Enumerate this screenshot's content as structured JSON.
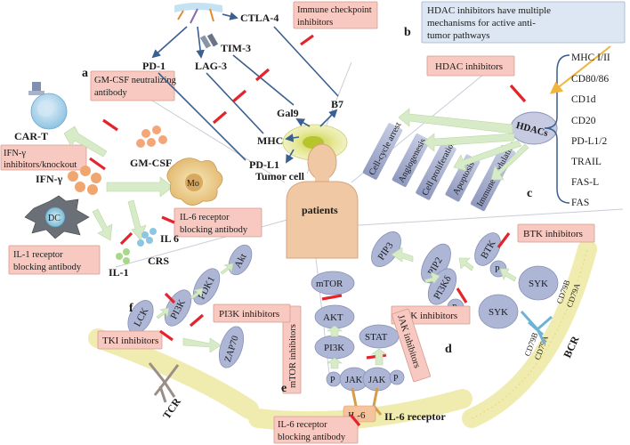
{
  "sections": {
    "a": "a",
    "b": "b",
    "c": "c",
    "d": "d",
    "e": "e",
    "f": "f"
  },
  "center": {
    "label": "patients"
  },
  "panel_a": {
    "car_t": "CAR-T",
    "gmcsf_ab_line1": "GM-CSF neutralizing",
    "gmcsf_ab_line2": "antibody",
    "ifn_inh_line1": "IFN-γ",
    "ifn_inh_line2": "inhibitors/knockout",
    "gmcsf": "GM-CSF",
    "ifn": "IFN-γ",
    "mo": "Mo",
    "dc": "DC",
    "il6_ab_line1": "IL-6 receptor",
    "il6_ab_line2": "blocking antibody",
    "il1_ab_line1": "IL-1 receptor",
    "il1_ab_line2": "blocking antibody",
    "il6": "IL 6",
    "il1": "IL-1",
    "crs": "CRS"
  },
  "panel_top": {
    "ctla4": "CTLA-4",
    "checkpoint_line1": "Immune checkpoint",
    "checkpoint_line2": "inhibitors",
    "tim3": "TIM-3",
    "pd1": "PD-1",
    "lag3": "LAG-3",
    "b7": "B7",
    "gal9": "Gal9",
    "mhc": "MHC",
    "pdl1": "PD-L1",
    "tumor": "Tumor cell"
  },
  "panel_b": {
    "hdac_note_line1": "HDAC inhibitors  have multiple",
    "hdac_note_line2": "mechanisms for active anti-",
    "hdac_note_line3": "tumor pathways",
    "hdac_inh": "HDAC inhibitors",
    "hdacs": "HDACs",
    "bars": [
      "Cell-cycle arrest",
      "Angiogenesis",
      "Cell proliferation",
      "Apoptosis",
      "Immune modulation"
    ],
    "targets": [
      "MHC I/II",
      "CD80/86",
      "CD1d",
      "CD20",
      "PD-L1/2",
      "TRAIL",
      "FAS-L",
      "FAS"
    ]
  },
  "panel_c": {
    "pip3": "PIP3",
    "pip2": "PIP2",
    "pi3kd": "PI3Kδ",
    "btk": "BTK",
    "p1": "P",
    "p2": "P",
    "syk1": "SYK",
    "syk2": "SYK",
    "btk_inh": "BTK inhibitors",
    "pi3k_inh": "PI3K inhibitors",
    "cd79b1": "CD79B",
    "cd79a1": "CD79A",
    "cd79b2": "CD79B",
    "cd79a2": "CD79A",
    "bcr": "BCR"
  },
  "panel_e": {
    "mtor": "mTOR",
    "akt": "AKT",
    "pi3k": "PI3K",
    "stat": "STAT",
    "jak1": "JAK",
    "jak2": "JAK",
    "p1": "P",
    "p2": "P",
    "mtor_inh": "mTOR inhibitors",
    "jak_inh": "JAK inhibitors",
    "il6": "IL-6",
    "il6r": "IL-6 receptor",
    "il6_ab_line1": "IL-6 receptor",
    "il6_ab_line2": "blocking antibody"
  },
  "panel_f": {
    "akt": "Akt",
    "pdk1": "PDK1",
    "pi3k": "PI3K",
    "lck": "LCK",
    "zap70": "ZAP70",
    "pi3k_inh": "PI3K inhibitors",
    "tki_inh": "TKI inhibitors",
    "tcr": "TCR"
  },
  "colors": {
    "inhibitor_box": "#f7c9c1",
    "note_box": "#dde6f3",
    "node": "#aeb6d6",
    "inhibitor_bar": "#e3242b",
    "arrow": "#3b5f8e",
    "membrane": "#f0ecb0"
  }
}
